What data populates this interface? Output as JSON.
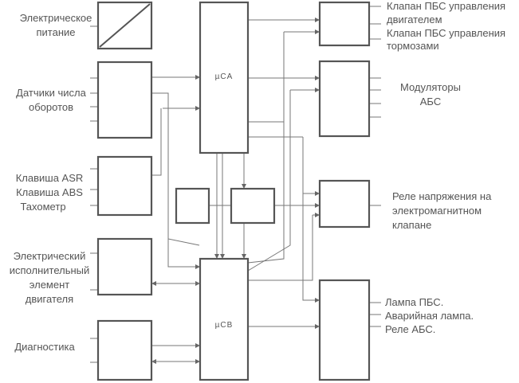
{
  "inputs": {
    "power": [
      "Электрическое",
      "питание"
    ],
    "speed_sensors": [
      "Датчики числа",
      "оборотов"
    ],
    "keys": [
      "Клавиша ASR",
      "Клавиша ABS",
      "Тахометр"
    ],
    "actuator": [
      "Электрический",
      "исполнительный",
      "элемент",
      "двигателя"
    ],
    "diagnostics": [
      "Диагностика"
    ]
  },
  "controllers": {
    "a": "µCA",
    "b": "µCB"
  },
  "outputs": {
    "valves": [
      "Клапан ПБС управления",
      "двигателем",
      "Клапан ПБС управления",
      "тормозами"
    ],
    "modulators": [
      "Модуляторы",
      "АБС"
    ],
    "relay": [
      "Реле напряжения на",
      "электромагнитном",
      "клапане"
    ],
    "lamps": [
      "Лампа ПБС.",
      "Аварийная лампа.",
      "Реле АБС."
    ]
  }
}
